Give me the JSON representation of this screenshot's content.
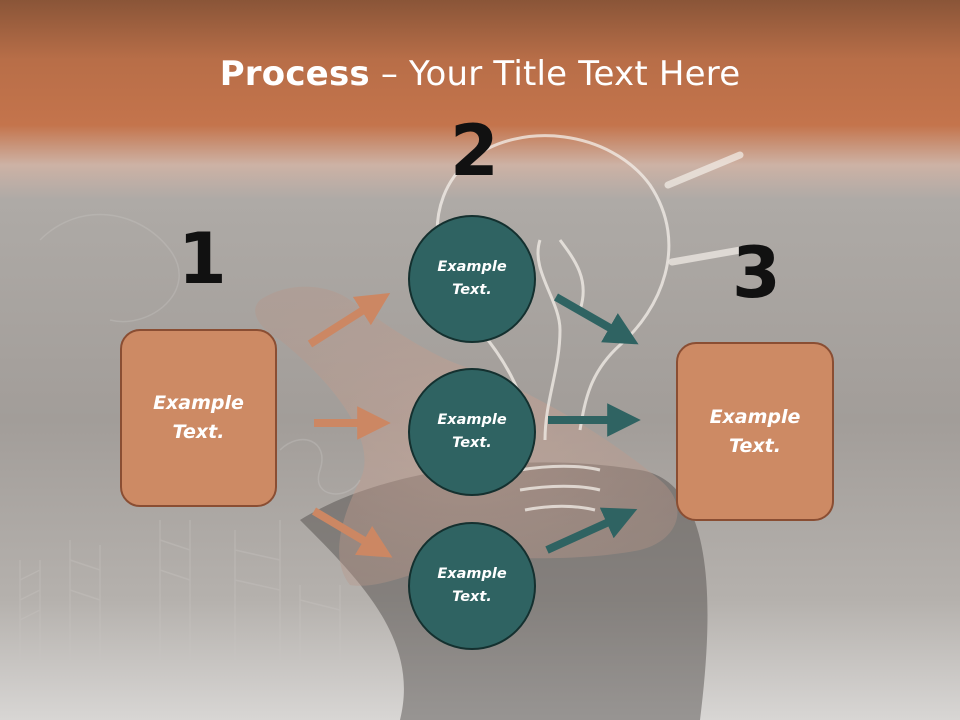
{
  "title": {
    "bold": "Process",
    "rest": " – Your Title Text Here"
  },
  "steps": {
    "one": "1",
    "two": "2",
    "three": "3"
  },
  "left_box": {
    "label": "Example Text."
  },
  "right_box": {
    "label": "Example Text."
  },
  "circles": [
    {
      "label": "Example Text."
    },
    {
      "label": "Example Text."
    },
    {
      "label": "Example Text."
    }
  ],
  "colors": {
    "box_fill": "#cd8a64",
    "circle_fill": "#2f6362",
    "header": "#c4744c",
    "arrow_orange": "#cc8763",
    "arrow_teal": "#2f6362"
  }
}
